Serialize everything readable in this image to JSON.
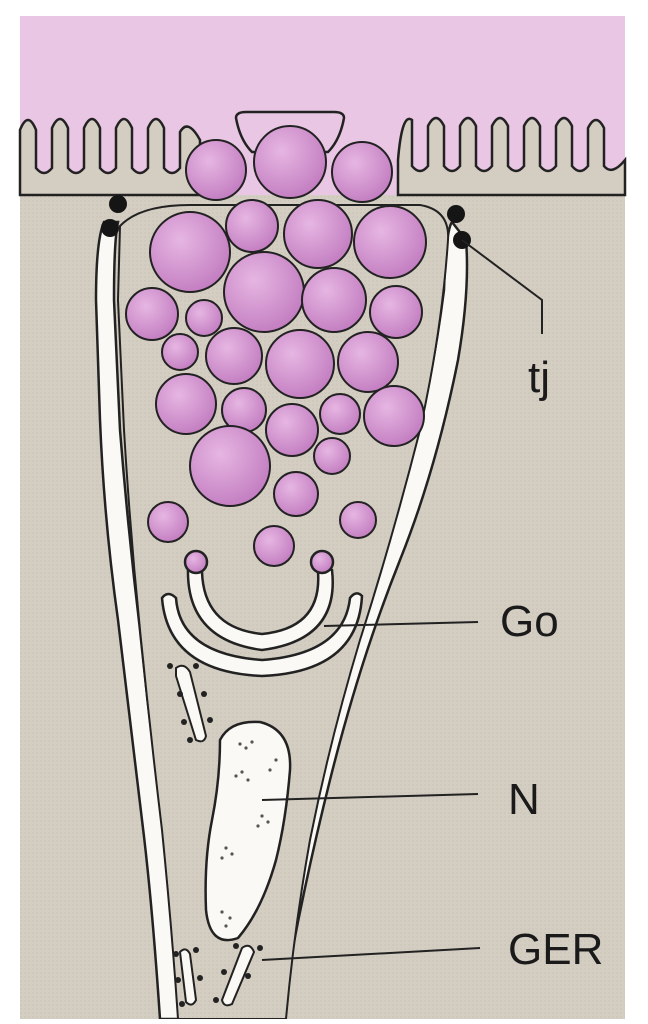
{
  "figure": {
    "labels": {
      "tj": "tj",
      "golgi": "Go",
      "nucleus": "N",
      "ger": "GER"
    }
  },
  "colors": {
    "lumen": "#e9c6e3",
    "cytoplasm": "#d4cdc2",
    "granule": "#c27cc0",
    "granule_highlight": "#e6b6e2",
    "membrane_fill": "#fbf9f5",
    "outline": "#222222",
    "junction": "#151515"
  }
}
